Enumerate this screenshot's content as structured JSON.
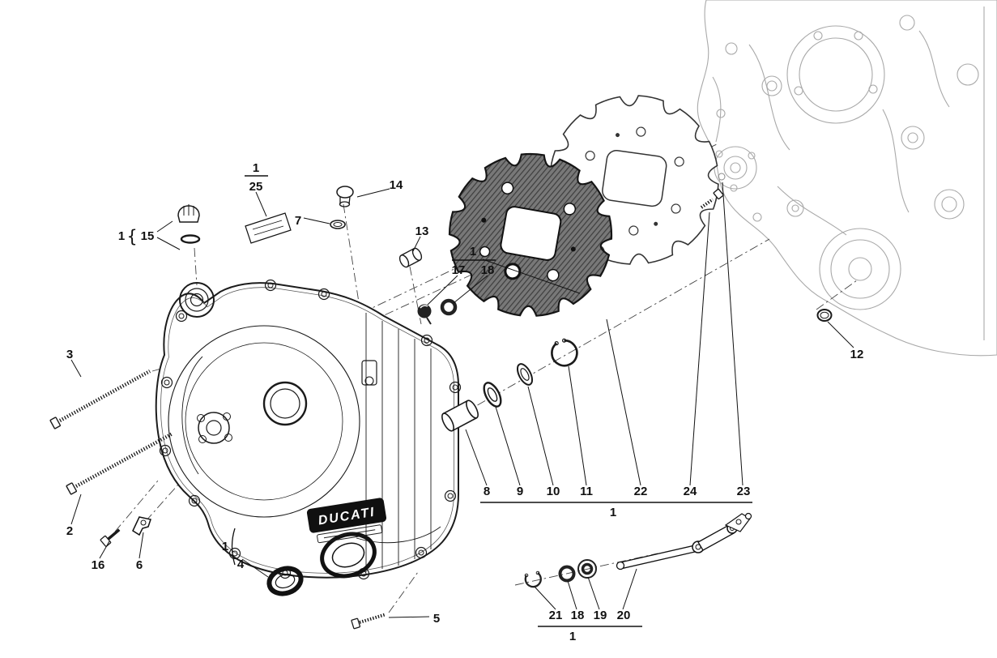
{
  "labels": {
    "brand": "DUCATI",
    "frac_top": "1",
    "frac_bot": "25",
    "grp15_num": "1",
    "grp15_brace": "{",
    "grp15_part": "15",
    "grp1718_num": "1",
    "grp1718_a": "17",
    "grp1718_b": "18",
    "grp4_num": "1",
    "n2": "2",
    "n3": "3",
    "n4": "4",
    "n5": "5",
    "n6": "6",
    "n7": "7",
    "n12": "12",
    "n13": "13",
    "n14": "14",
    "n16": "16",
    "row_a": [
      "8",
      "9",
      "10",
      "11",
      "22",
      "24",
      "23"
    ],
    "row_a_group": "1",
    "row_b": [
      "21",
      "18",
      "19",
      "20"
    ],
    "row_b_group": "1"
  }
}
